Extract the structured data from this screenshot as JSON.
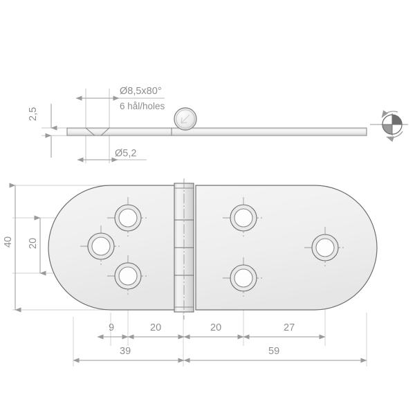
{
  "drawing": {
    "title": "hinge-technical-drawing",
    "background_color": "#ffffff",
    "line_color": "#7a7a7a",
    "thin_line_color": "#b9b9b9",
    "text_color": "#8e8e8e",
    "body_fill_light": "#f2f2f2",
    "body_fill_mid": "#e3e3e3"
  },
  "annotations": {
    "countersink_spec": "Ø8,5x80°",
    "hole_count": "6 hål/holes",
    "hole_diameter": "Ø5,2",
    "thickness": "2,5"
  },
  "dimensions": {
    "height_overall": "40",
    "height_inner": "20",
    "segment_1": "9",
    "segment_2": "20",
    "segment_3": "20",
    "segment_4": "27",
    "left_leaf_total": "39",
    "right_leaf_total": "59"
  },
  "icons": {
    "rotation_symbol": "rotation-arrow-icon",
    "hinge_pin": "hinge-knuckle-icon"
  }
}
